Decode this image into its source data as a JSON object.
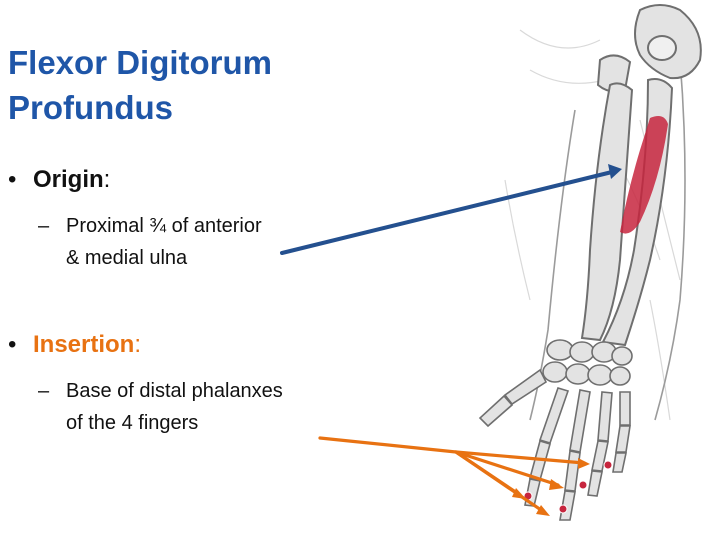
{
  "slide": {
    "title_line1": "Flexor Digitorum",
    "title_line2": "Profundus",
    "origin": {
      "bullet": "•",
      "label": "Origin",
      "colon": ":",
      "dash": "–",
      "line1": "Proximal ¾ of anterior",
      "line2": "& medial ulna"
    },
    "insertion": {
      "bullet": "•",
      "label": "Insertion",
      "colon": ":",
      "dash": "–",
      "line1": "Base of distal phalanxes",
      "line2": "of the 4 fingers"
    }
  },
  "colors": {
    "title": "#1f56a8",
    "origin_arrow": "#24508f",
    "insertion_label": "#e87212",
    "insertion_arrow": "#e87212",
    "muscle": "#c7263e",
    "bone_outline": "#6f6f6f",
    "bone_fill": "#e3e3e3"
  },
  "illustration": {
    "subject": "forearm and hand bones with flexor digitorum profundus origin highlighted",
    "icon": "anatomy-illustration"
  }
}
